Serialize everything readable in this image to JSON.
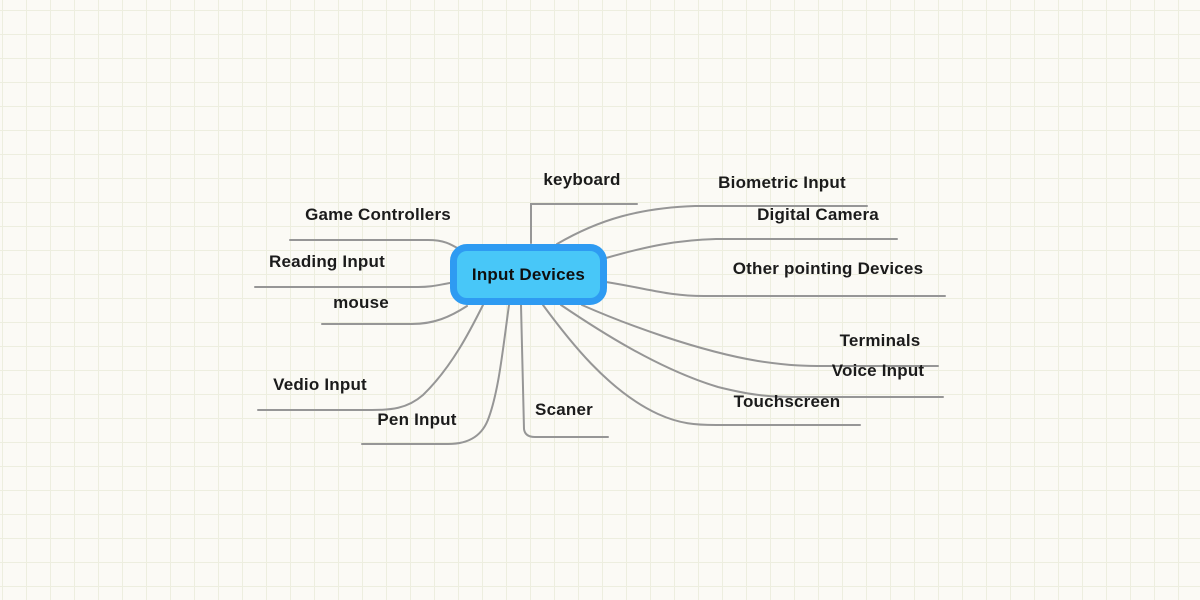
{
  "canvas": {
    "background_color": "#FBFAF5",
    "grid_color": "#EDEEDF",
    "link_color": "#969696"
  },
  "center_node": {
    "label": "Input Devices",
    "fill_color": "#48C7F8",
    "border_color": "#2E9BF2",
    "text_color": "#0F0F0F"
  },
  "branches": [
    {
      "id": "keyboard",
      "label": "keyboard"
    },
    {
      "id": "biometric-input",
      "label": "Biometric Input"
    },
    {
      "id": "digital-camera",
      "label": "Digital Camera"
    },
    {
      "id": "other-pointing",
      "label": "Other pointing Devices"
    },
    {
      "id": "terminals",
      "label": "Terminals"
    },
    {
      "id": "voice-input",
      "label": "Voice Input"
    },
    {
      "id": "touchscreen",
      "label": "Touchscreen"
    },
    {
      "id": "scaner",
      "label": "Scaner"
    },
    {
      "id": "pen-input",
      "label": "Pen Input"
    },
    {
      "id": "vedio-input",
      "label": "Vedio Input"
    },
    {
      "id": "mouse",
      "label": "mouse"
    },
    {
      "id": "reading-input",
      "label": "Reading Input"
    },
    {
      "id": "game-controllers",
      "label": "Game Controllers"
    }
  ]
}
